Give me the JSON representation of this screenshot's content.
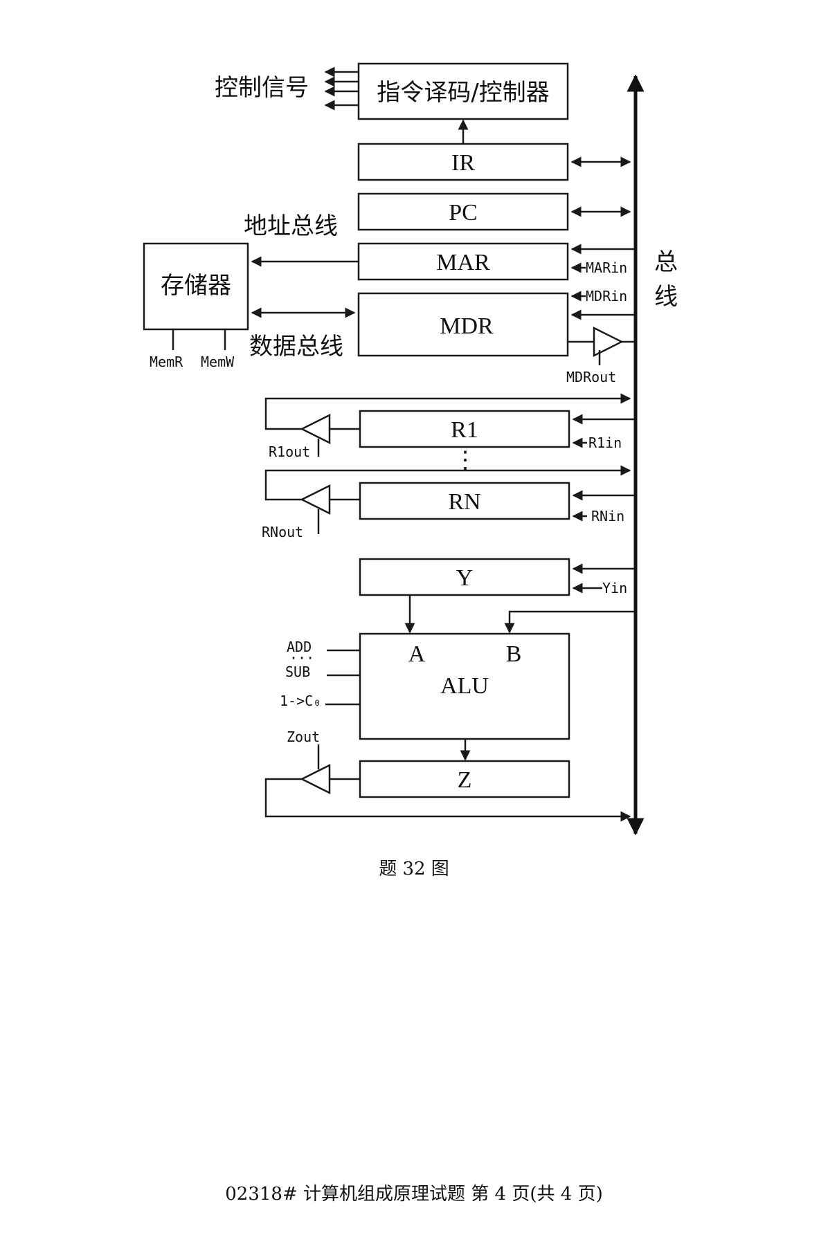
{
  "diagram": {
    "decoder_label": "指令译码/控制器",
    "control_signals_label": "控制信号",
    "ir_label": "IR",
    "pc_label": "PC",
    "mar_label": "MAR",
    "mdr_label": "MDR",
    "memory_label": "存储器",
    "address_bus_label": "地址总线",
    "data_bus_label": "数据总线",
    "bus_label_1": "总",
    "bus_label_2": "线",
    "marin_label": "MARin",
    "mdrin_label": "MDRin",
    "mdrout_label": "MDRout",
    "memr_label": "MemR",
    "memw_label": "MemW",
    "r1_label": "R1",
    "r1in_label": "R1in",
    "r1out_label": "R1out",
    "ellipsis_label": "⋮",
    "rn_label": "RN",
    "rnin_label": "RNin",
    "rnout_label": "RNout",
    "y_label": "Y",
    "yin_label": "Yin",
    "alu_label": "ALU",
    "alu_input_a": "A",
    "alu_input_b": "B",
    "add_label": "ADD",
    "dots_label": "···",
    "sub_label": "SUB",
    "carry_label": "1->C₀",
    "z_label": "Z",
    "zout_label": "Zout"
  },
  "caption": "题 32 图",
  "footer": "02318# 计算机组成原理试题 第 4 页(共 4 页)"
}
